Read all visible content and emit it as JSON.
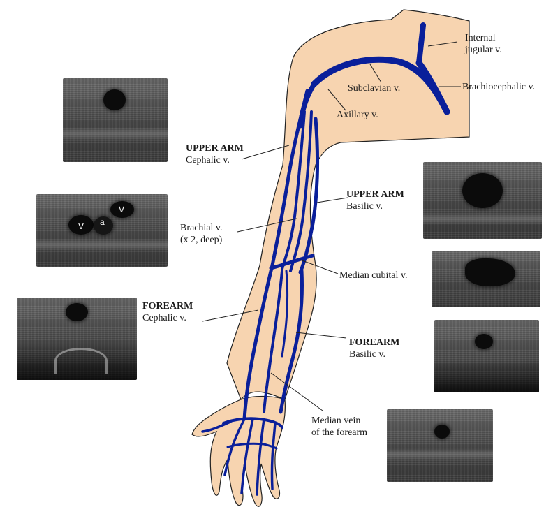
{
  "colors": {
    "skin": "#f7d4b0",
    "vein": "#0a1f9a",
    "skin_outline": "#222222"
  },
  "labels": {
    "internal_jugular_1": "Internal",
    "internal_jugular_2": "jugular v.",
    "subclavian": "Subclavian v.",
    "brachiocephalic": "Brachiocephalic v.",
    "axillary": "Axillary v.",
    "upper_arm_cephalic_title": "UPPER ARM",
    "upper_arm_cephalic_name": "Cephalic v.",
    "upper_arm_basilic_title": "UPPER ARM",
    "upper_arm_basilic_name": "Basilic v.",
    "brachial_1": "Brachial v.",
    "brachial_2": "(x 2, deep)",
    "median_cubital": "Median cubital v.",
    "forearm_cephalic_title": "FOREARM",
    "forearm_cephalic_name": "Cephalic v.",
    "forearm_basilic_title": "FOREARM",
    "forearm_basilic_name": "Basilic v.",
    "median_forearm_1": "Median vein",
    "median_forearm_2": "of the forearm"
  },
  "ultrasound_letters": {
    "vein_left": "V",
    "artery": "a",
    "vein_right": "V"
  }
}
